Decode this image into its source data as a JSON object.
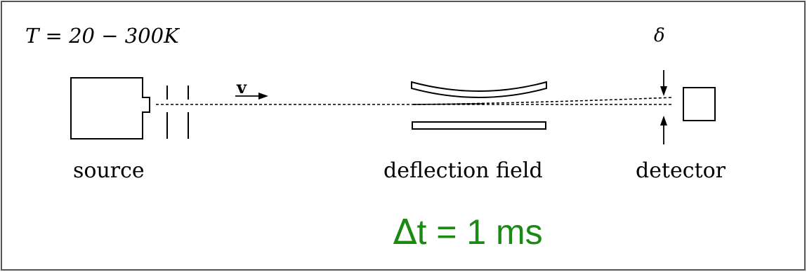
{
  "labels": {
    "temperature": "T = 20 − 300K",
    "velocity": "v",
    "delta": "δ",
    "source": "source",
    "deflection_field": "deflection field",
    "detector": "detector"
  },
  "timing": {
    "delta_symbol": "∆",
    "value": "t = 1 ms"
  },
  "colors": {
    "timing_text": "#1a8a12",
    "lines": "#000000",
    "border": "#555555"
  }
}
